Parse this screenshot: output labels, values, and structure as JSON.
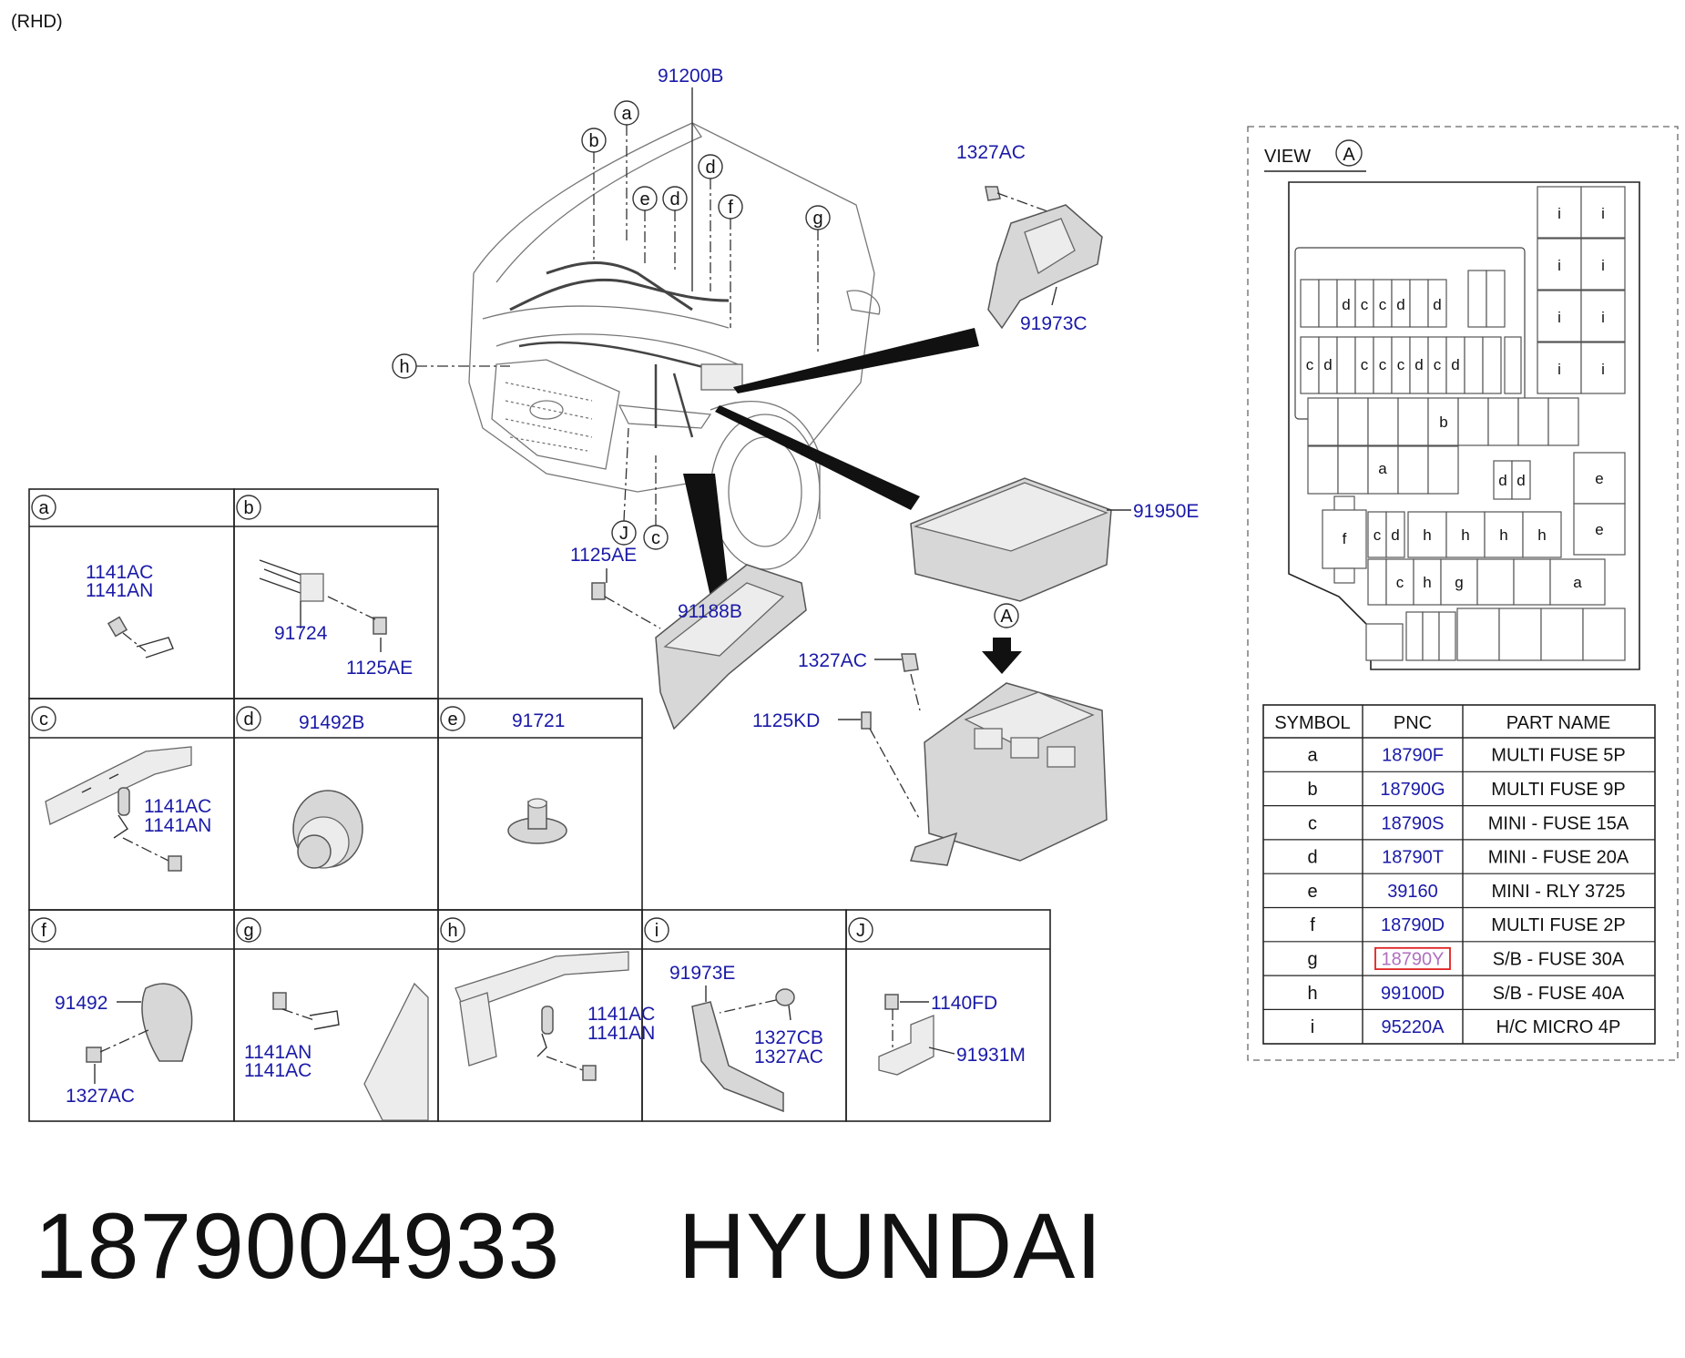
{
  "header": {
    "variant_note": "(RHD)"
  },
  "main_view": {
    "labels": {
      "main_harness": "91200B",
      "upper_bracket": "91973C",
      "upper_nut": "1327AC",
      "box_cover": "91950E",
      "bracket_bolt": "1125AE",
      "lower_bracket": "91188B",
      "box_nut": "1327AC",
      "box_bolt": "1125KD"
    },
    "callouts": [
      "a",
      "b",
      "c",
      "d",
      "e",
      "f",
      "g",
      "h",
      "J",
      "A"
    ]
  },
  "detail_grid": [
    {
      "letter": "a",
      "labels": [
        "1141AC",
        "1141AN"
      ]
    },
    {
      "letter": "b",
      "labels": [
        "91724",
        "1125AE"
      ]
    },
    {
      "letter": "c",
      "labels": [
        "1141AC",
        "1141AN"
      ]
    },
    {
      "letter": "d",
      "labels": [
        "91492B"
      ]
    },
    {
      "letter": "e",
      "labels": [
        "91721"
      ]
    },
    {
      "letter": "f",
      "labels": [
        "91492",
        "1327AC"
      ]
    },
    {
      "letter": "g",
      "labels": [
        "1141AN",
        "1141AC"
      ]
    },
    {
      "letter": "h",
      "labels": [
        "1141AC",
        "1141AN"
      ]
    },
    {
      "letter": "i",
      "labels": [
        "91973E",
        "1327CB",
        "1327AC"
      ]
    },
    {
      "letter": "J",
      "labels": [
        "1140FD",
        "91931M"
      ]
    }
  ],
  "view_a": {
    "title": "VIEW",
    "circle_letter": "A",
    "fuse_letters": {
      "i": "i",
      "d": "d",
      "c": "c",
      "b": "b",
      "a": "a",
      "e": "e",
      "f": "f",
      "h": "h",
      "g": "g"
    }
  },
  "legend_table": {
    "headers": [
      "SYMBOL",
      "PNC",
      "PART NAME"
    ],
    "rows": [
      {
        "symbol": "a",
        "pnc": "18790F",
        "name": "MULTI FUSE 5P",
        "highlight": false
      },
      {
        "symbol": "b",
        "pnc": "18790G",
        "name": "MULTI FUSE 9P",
        "highlight": false
      },
      {
        "symbol": "c",
        "pnc": "18790S",
        "name": "MINI - FUSE 15A",
        "highlight": false
      },
      {
        "symbol": "d",
        "pnc": "18790T",
        "name": "MINI - FUSE 20A",
        "highlight": false
      },
      {
        "symbol": "e",
        "pnc": "39160",
        "name": "MINI - RLY 3725",
        "highlight": false
      },
      {
        "symbol": "f",
        "pnc": "18790D",
        "name": "MULTI FUSE 2P",
        "highlight": false
      },
      {
        "symbol": "g",
        "pnc": "18790Y",
        "name": "S/B - FUSE 30A",
        "highlight": true
      },
      {
        "symbol": "h",
        "pnc": "99100D",
        "name": "S/B - FUSE 40A",
        "highlight": false
      },
      {
        "symbol": "i",
        "pnc": "95220A",
        "name": "H/C MICRO 4P",
        "highlight": false
      }
    ],
    "highlight_color": "#e02020",
    "link_color": "#1a1aa8"
  },
  "footer": {
    "part_number": "1879004933",
    "brand": "HYUNDAI"
  }
}
